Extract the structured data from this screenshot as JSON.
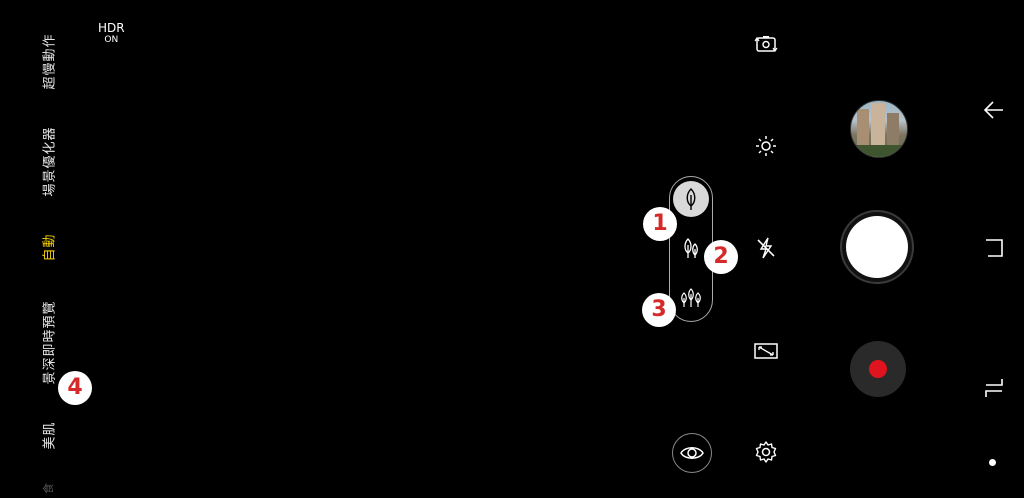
{
  "modes": {
    "slow_motion": "超慢動作",
    "scene_optimizer": "場景優化器",
    "auto": "自動",
    "live_focus": "景深即時預覽",
    "beauty": "美肌",
    "next_partial": "食"
  },
  "hdr": {
    "label": "HDR",
    "state": "ON"
  },
  "badges": {
    "b1": "1",
    "b2": "2",
    "b3": "3",
    "b4": "4"
  },
  "colors": {
    "active_mode": "#f5d000",
    "badge_text": "#d62a2a",
    "record_dot": "#e0141e"
  },
  "icons": {
    "switch_camera": "switch-camera-icon",
    "brightness": "brightness-icon",
    "flash_off": "flash-off-icon",
    "ratio": "aspect-ratio-icon",
    "settings": "gear-icon",
    "bixby_vision": "eye-icon",
    "depth_1": "single-leaf-icon",
    "depth_2": "double-leaf-icon",
    "depth_3": "triple-leaf-icon"
  }
}
